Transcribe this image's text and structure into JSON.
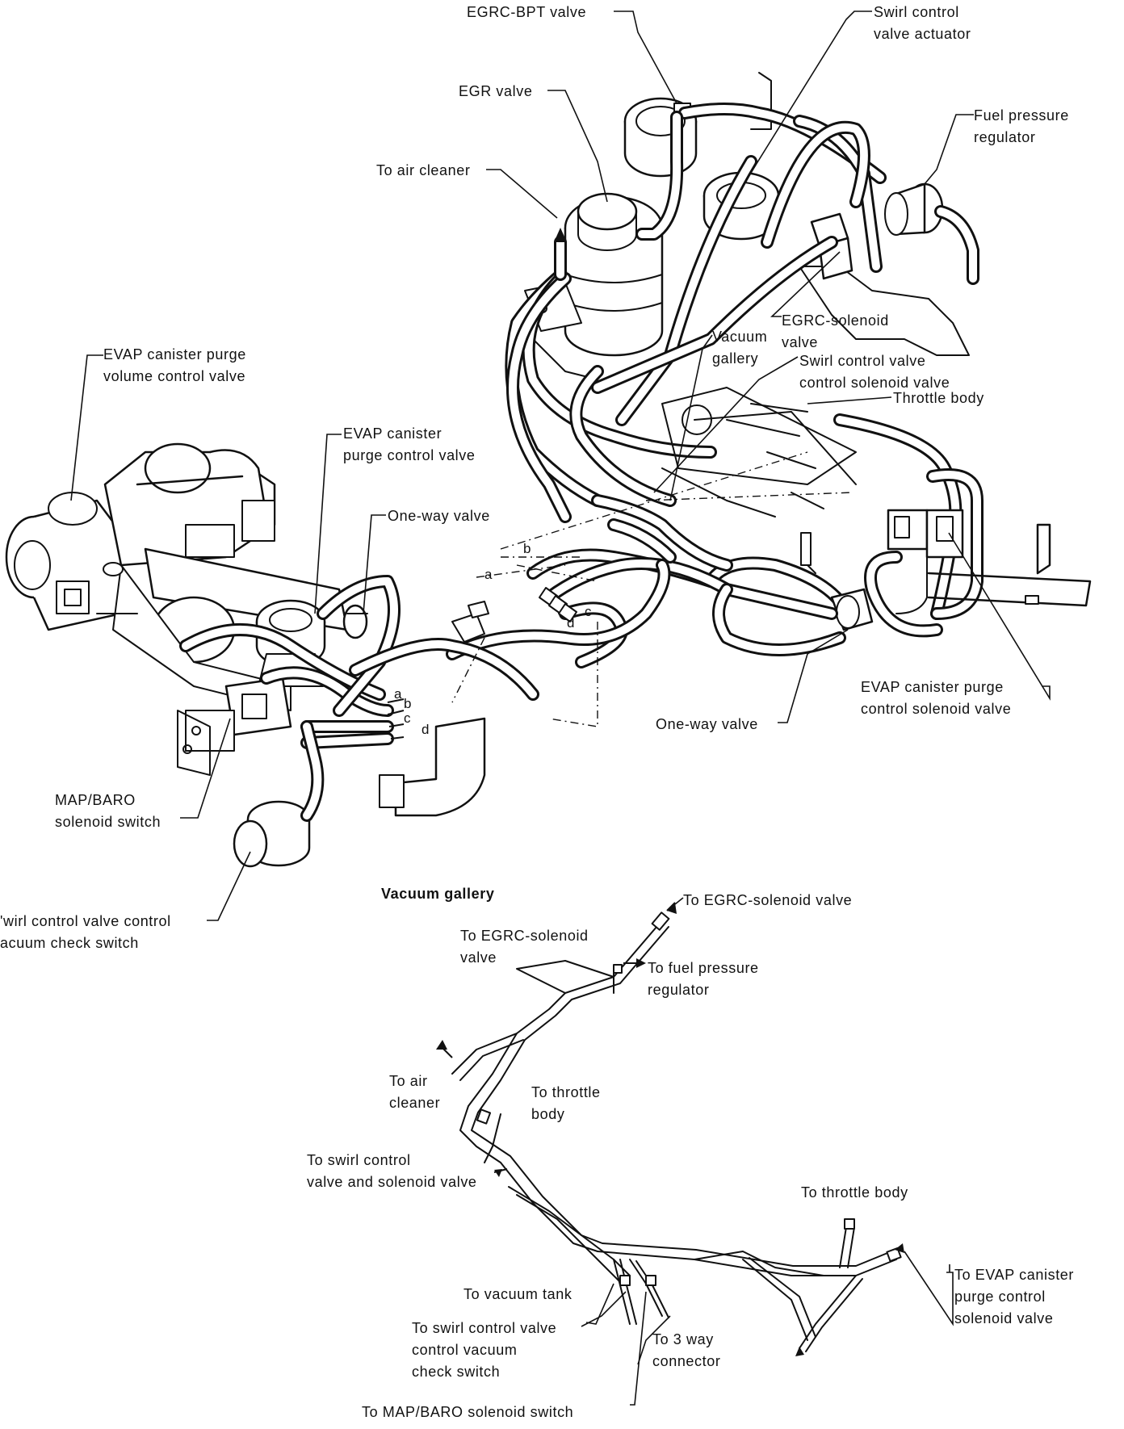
{
  "diagram": {
    "main_labels": {
      "egrc_bpt_valve": "EGRC-BPT valve",
      "swirl_actuator": "Swirl control\nvalve actuator",
      "egr_valve": "EGR valve",
      "fuel_pressure_regulator": "Fuel pressure\nregulator",
      "to_air_cleaner": "To air cleaner",
      "evap_volume_valve": "EVAP canister purge\nvolume control valve",
      "egrc_solenoid": "EGRC-solenoid\nvalve",
      "vacuum_gallery": "Vacuum\ngallery",
      "swirl_solenoid": "Swirl control valve\ncontrol solenoid valve",
      "throttle_body": "Throttle body",
      "evap_purge_control_valve": "EVAP canister\npurge control valve",
      "one_way_valve_top": "One-way valve",
      "evap_purge_solenoid": "EVAP canister purge\ncontrol solenoid valve",
      "one_way_valve_bottom": "One-way valve",
      "map_baro": "MAP/BARO\nsolenoid switch",
      "swirl_check_switch": "'wirl control valve control\nacuum check switch"
    },
    "connector_letters": {
      "upper": [
        "a",
        "b",
        "c",
        "d"
      ],
      "lower": [
        "a",
        "b",
        "c",
        "d"
      ]
    },
    "gallery": {
      "title": "Vacuum gallery",
      "labels": {
        "to_egrc_top": "To EGRC-solenoid valve",
        "to_egrc_left": "To EGRC-solenoid\nvalve",
        "to_fuel_pressure": "To fuel pressure\nregulator",
        "to_air_cleaner": "To air\ncleaner",
        "to_throttle_upper": "To throttle\nbody",
        "to_swirl_and_solenoid": "To swirl control\nvalve and solenoid valve",
        "to_throttle_right": "To throttle body",
        "to_evap_solenoid": "To EVAP canister\npurge control\nsolenoid valve",
        "to_vacuum_tank": "To vacuum tank",
        "to_swirl_check": "To swirl control valve\ncontrol vacuum\ncheck switch",
        "to_3way": "To 3 way\nconnector",
        "to_map_baro": "To MAP/BARO solenoid switch"
      }
    }
  }
}
